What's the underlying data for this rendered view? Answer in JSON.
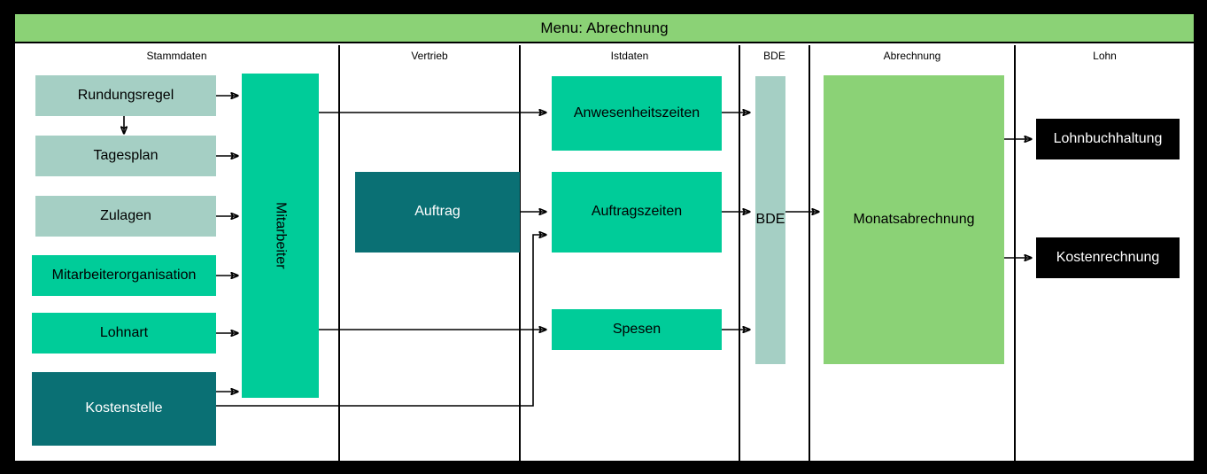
{
  "window": {
    "title": "Menu: Abrechnung"
  },
  "header": {
    "title": "Menu: Abrechnung",
    "band_color": "#8BD276"
  },
  "palette": {
    "mint": "#00CC99",
    "sage": "#A5CFC4",
    "teal": "#0A7074",
    "green": "#8BD276",
    "black": "#000000",
    "background": "#FFFFFF",
    "frame": "#000000"
  },
  "lanes": [
    {
      "id": "stammdaten",
      "label": "Stammdaten"
    },
    {
      "id": "vertrieb",
      "label": "Vertrieb"
    },
    {
      "id": "istdaten",
      "label": "Istdaten"
    },
    {
      "id": "bde",
      "label": "BDE"
    },
    {
      "id": "abrechnung",
      "label": "Abrechnung"
    },
    {
      "id": "lohn",
      "label": "Lohn"
    }
  ],
  "nodes": {
    "rundungsregel": {
      "label": "Rundungsregel",
      "lane": "stammdaten",
      "color": "#A5CFC4"
    },
    "tagesplan": {
      "label": "Tagesplan",
      "lane": "stammdaten",
      "color": "#A5CFC4"
    },
    "zulagen": {
      "label": "Zulagen",
      "lane": "stammdaten",
      "color": "#A5CFC4"
    },
    "mitarbeiterorg": {
      "label": "Mitarbeiterorganisation",
      "lane": "stammdaten",
      "color": "#00CC99"
    },
    "lohnart": {
      "label": "Lohnart",
      "lane": "stammdaten",
      "color": "#00CC99"
    },
    "kostenstelle": {
      "label": "Kostenstelle",
      "lane": "stammdaten",
      "color": "#0A7074"
    },
    "mitarbeiter": {
      "label": "Mitarbeiter",
      "lane": "stammdaten",
      "color": "#00CC99"
    },
    "auftrag": {
      "label": "Auftrag",
      "lane": "vertrieb",
      "color": "#0A7074"
    },
    "anwesenheitszeiten": {
      "label": "Anwesenheitszeiten",
      "lane": "istdaten",
      "color": "#00CC99"
    },
    "auftragszeiten": {
      "label": "Auftragszeiten",
      "lane": "istdaten",
      "color": "#00CC99"
    },
    "spesen": {
      "label": "Spesen",
      "lane": "istdaten",
      "color": "#00CC99"
    },
    "bde": {
      "label": "BDE",
      "lane": "bde",
      "color": "#A5CFC4"
    },
    "monatsabrechnung": {
      "label": "Monatsabrechnung",
      "lane": "abrechnung",
      "color": "#8BD276"
    },
    "lohnbuchhaltung": {
      "label": "Lohnbuchhaltung",
      "lane": "lohn",
      "color": "#000000"
    },
    "kostenrechnung": {
      "label": "Kostenrechnung",
      "lane": "lohn",
      "color": "#000000"
    }
  },
  "edges": [
    {
      "from": "rundungsregel",
      "to": "tagesplan"
    },
    {
      "from": "rundungsregel",
      "to": "mitarbeiter"
    },
    {
      "from": "tagesplan",
      "to": "mitarbeiter"
    },
    {
      "from": "zulagen",
      "to": "mitarbeiter"
    },
    {
      "from": "mitarbeiterorg",
      "to": "mitarbeiter"
    },
    {
      "from": "lohnart",
      "to": "mitarbeiter"
    },
    {
      "from": "kostenstelle",
      "to": "mitarbeiter"
    },
    {
      "from": "mitarbeiter",
      "to": "anwesenheitszeiten"
    },
    {
      "from": "mitarbeiter",
      "to": "spesen"
    },
    {
      "from": "kostenstelle",
      "to": "auftragszeiten"
    },
    {
      "from": "auftrag",
      "to": "auftragszeiten"
    },
    {
      "from": "anwesenheitszeiten",
      "to": "bde"
    },
    {
      "from": "auftragszeiten",
      "to": "bde"
    },
    {
      "from": "spesen",
      "to": "bde"
    },
    {
      "from": "bde",
      "to": "monatsabrechnung"
    },
    {
      "from": "monatsabrechnung",
      "to": "lohnbuchhaltung"
    },
    {
      "from": "monatsabrechnung",
      "to": "kostenrechnung"
    }
  ]
}
